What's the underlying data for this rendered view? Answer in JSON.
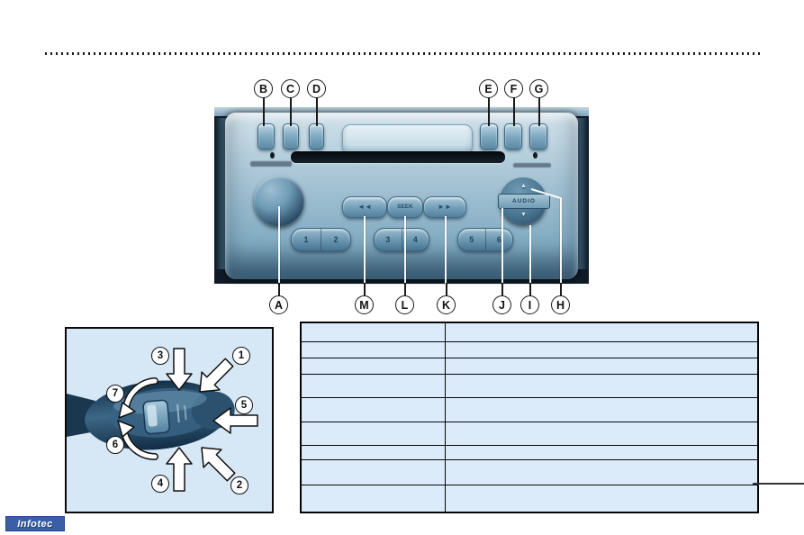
{
  "figure_radio": {
    "top_labels": [
      "B",
      "C",
      "D",
      "E",
      "F",
      "G"
    ],
    "bottom_labels": [
      "A",
      "M",
      "L",
      "K",
      "J",
      "I",
      "H"
    ],
    "controls": {
      "rewind": "◄◄",
      "seek": "SEEK",
      "fast_forward": "►►",
      "audio": "AUDIO",
      "up_arrow": "▲",
      "down_arrow": "▼",
      "presets": [
        "1",
        "2",
        "3",
        "4",
        "5",
        "6"
      ]
    }
  },
  "figure_stalk": {
    "callouts": [
      "1",
      "2",
      "3",
      "4",
      "5",
      "6",
      "7"
    ]
  },
  "table": {
    "rows": [
      [
        "",
        ""
      ],
      [
        "",
        ""
      ],
      [
        "",
        ""
      ],
      [
        "",
        ""
      ],
      [
        "",
        ""
      ],
      [
        "",
        ""
      ],
      [
        "",
        ""
      ],
      [
        "",
        ""
      ],
      [
        "",
        ""
      ]
    ]
  },
  "footer_logo": "Infotec"
}
